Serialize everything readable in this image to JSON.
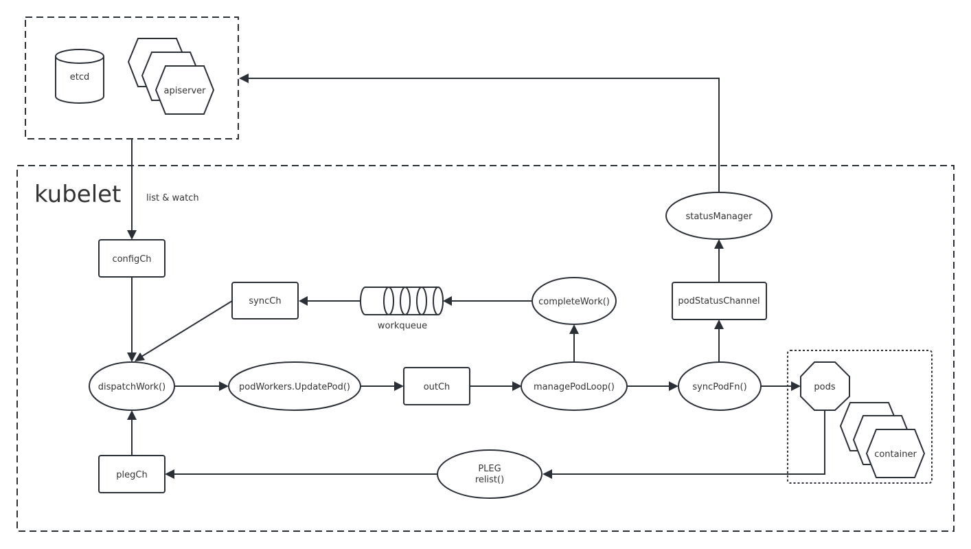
{
  "groups": {
    "control_plane": {},
    "kubelet": {
      "title": "kubelet"
    },
    "pod_group": {}
  },
  "nodes": {
    "etcd": "etcd",
    "apiserver": "apiserver",
    "configCh": "configCh",
    "syncCh": "syncCh",
    "workqueue": "workqueue",
    "completeWork": "completeWork()",
    "statusManager": "statusManager",
    "podStatusChannel": "podStatusChannel",
    "dispatchWork": "dispatchWork()",
    "updatePod": "podWorkers.UpdatePod()",
    "outCh": "outCh",
    "managePodLoop": "managePodLoop()",
    "syncPodFn": "syncPodFn()",
    "pods": "pods",
    "container": "container",
    "plegCh": "plegCh",
    "pleg_line1": "PLEG",
    "pleg_line2": "relist()"
  },
  "edge_labels": {
    "list_watch": "list & watch"
  },
  "colors": {
    "stroke": "#2b2f36",
    "text": "#333333",
    "background": "#ffffff"
  }
}
